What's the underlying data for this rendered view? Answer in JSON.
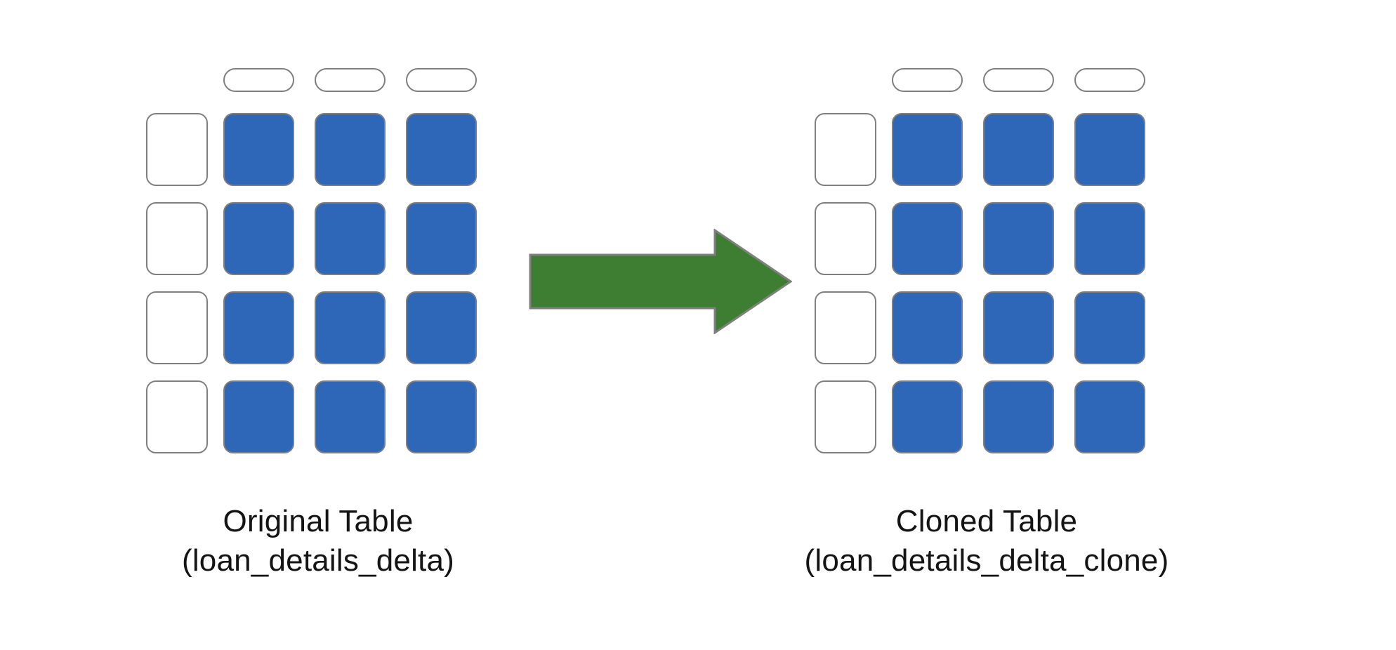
{
  "diagram": {
    "background_color": "#ffffff",
    "cell_fill_color": "#2f67b8",
    "cell_stroke_color": "#7f7f7f",
    "arrow_fill_color": "#3d7e33",
    "arrow_stroke_color": "#7f7f7f",
    "text_color": "#141414"
  },
  "source": {
    "caption_line1": "Original Table",
    "caption_line2": "(loan_details_delta)",
    "grid": {
      "rows": 4,
      "data_columns": 3,
      "has_row_header_column": true,
      "column_headers": [
        "",
        "",
        ""
      ],
      "row_headers": [
        "",
        "",
        "",
        ""
      ],
      "cells": [
        [
          "",
          "",
          ""
        ],
        [
          "",
          "",
          ""
        ],
        [
          "",
          "",
          ""
        ],
        [
          "",
          "",
          ""
        ]
      ]
    }
  },
  "target": {
    "caption_line1": "Cloned Table",
    "caption_line2": "(loan_details_delta_clone)",
    "grid": {
      "rows": 4,
      "data_columns": 3,
      "has_row_header_column": true,
      "column_headers": [
        "",
        "",
        ""
      ],
      "row_headers": [
        "",
        "",
        "",
        ""
      ],
      "cells": [
        [
          "",
          "",
          ""
        ],
        [
          "",
          "",
          ""
        ],
        [
          "",
          "",
          ""
        ],
        [
          "",
          "",
          ""
        ]
      ]
    }
  },
  "arrow": {
    "label": "",
    "direction": "right"
  }
}
